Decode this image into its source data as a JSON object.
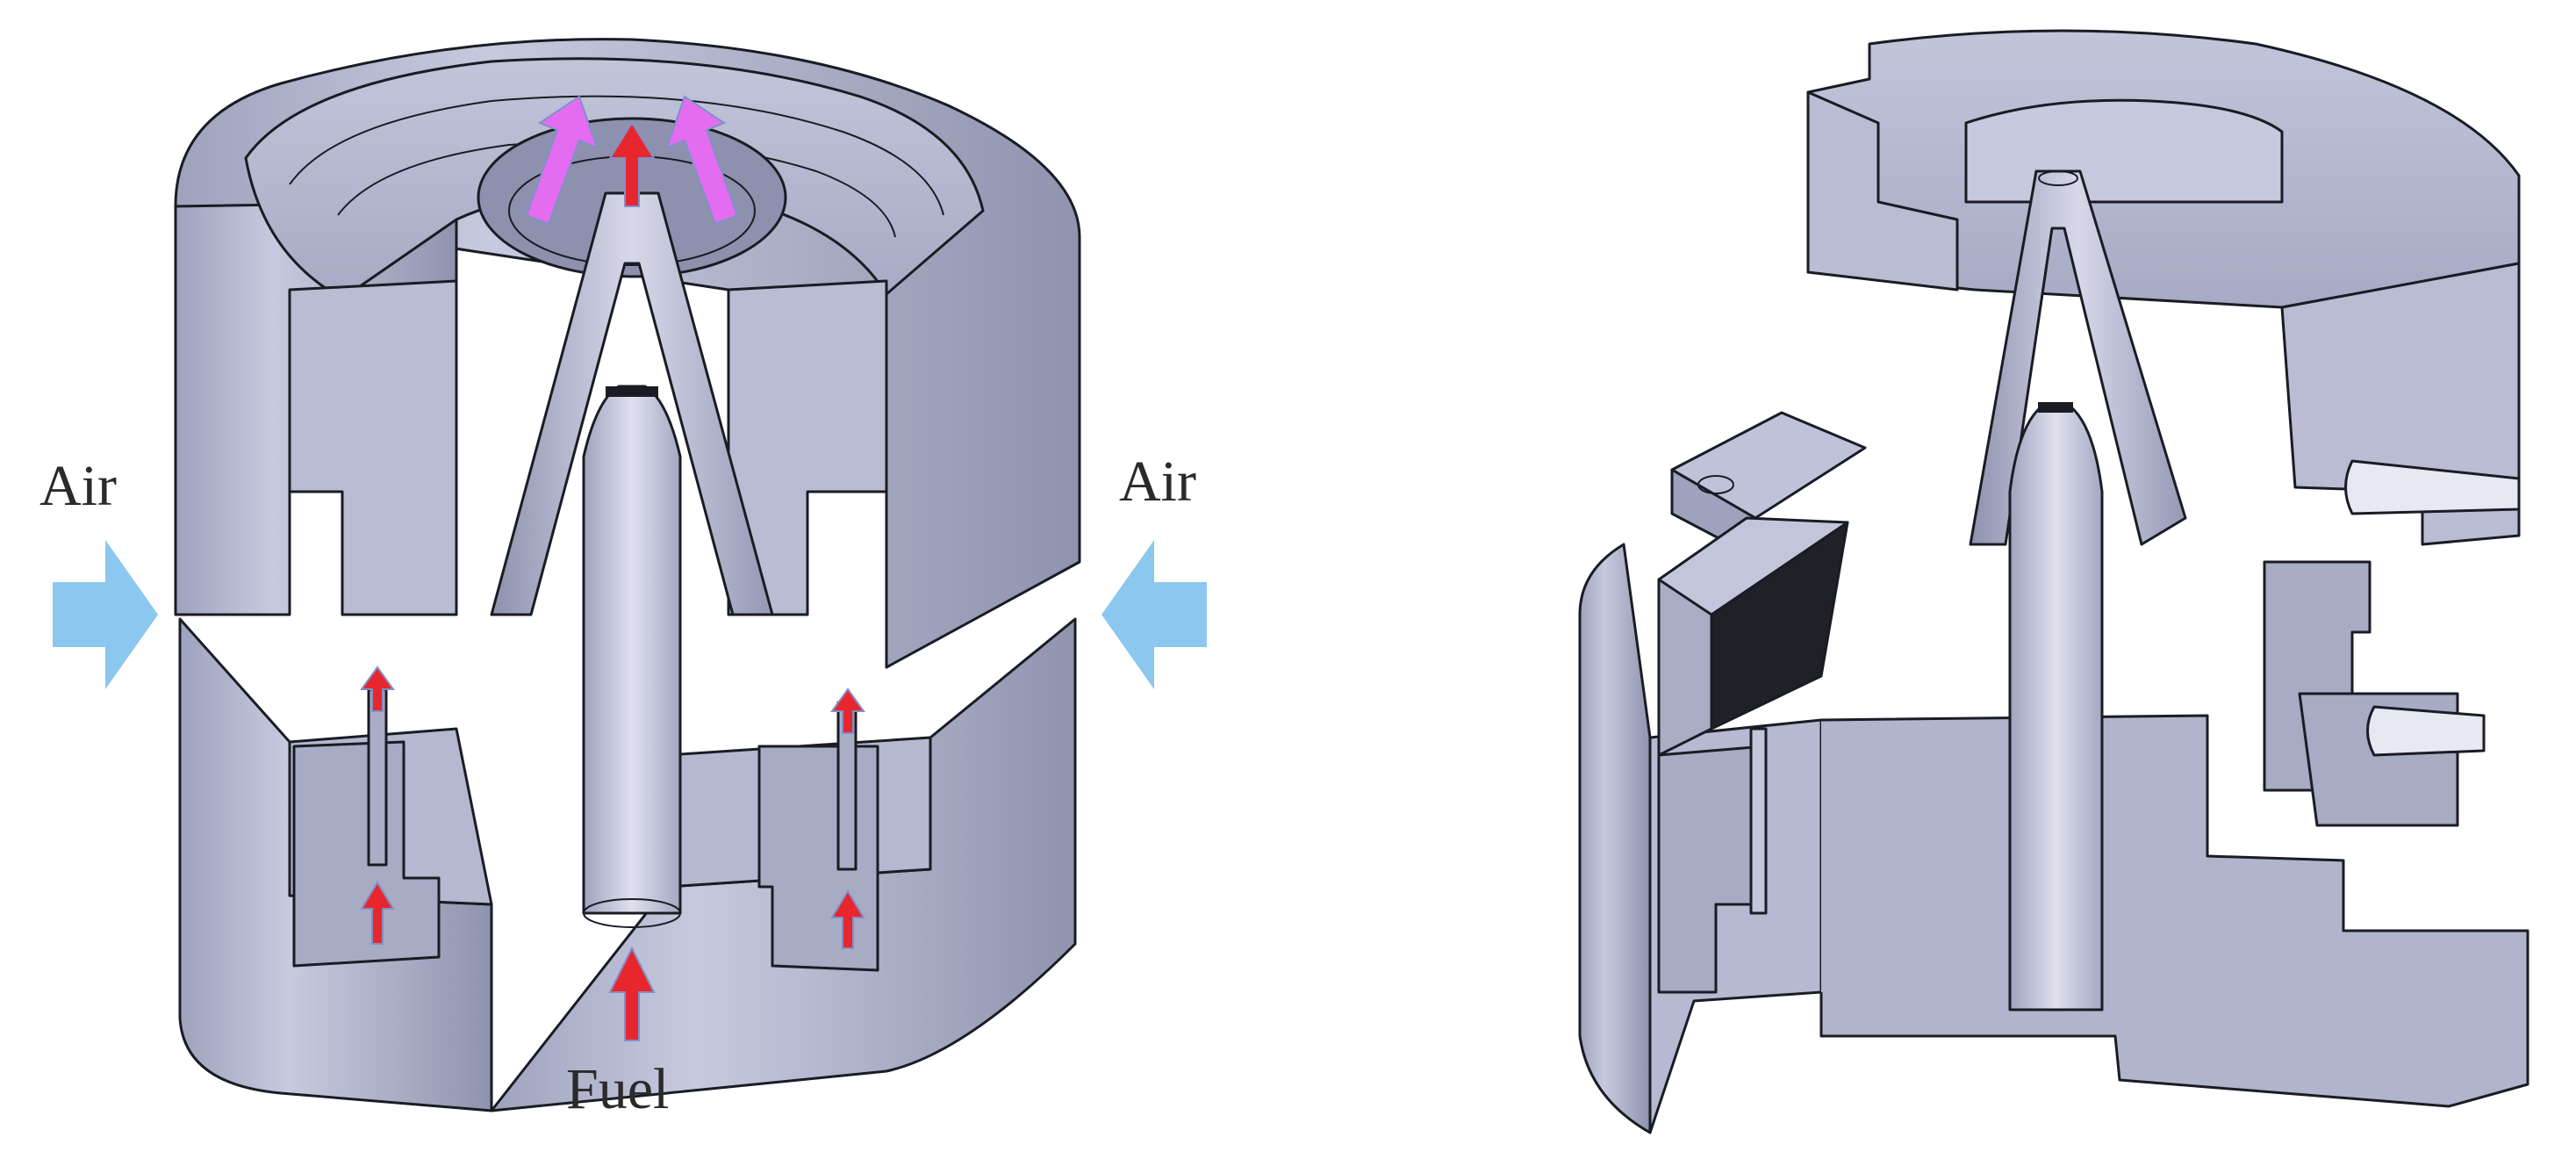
{
  "diagram": {
    "left_panel": {
      "labels": {
        "air_left": "Air",
        "air_right": "Air",
        "fuel": "Fuel"
      },
      "arrow_colors": {
        "air_inflow": "#8cc7ef",
        "fuel_flow": "#e8262e",
        "mixture_outflow": "#e46cf0"
      }
    },
    "colors": {
      "metal_light": "#c9cce0",
      "metal_mid": "#a9adc6",
      "metal_dark": "#868aa6",
      "section_face": "#b7bad2",
      "edge_line": "#1a1c24"
    }
  }
}
